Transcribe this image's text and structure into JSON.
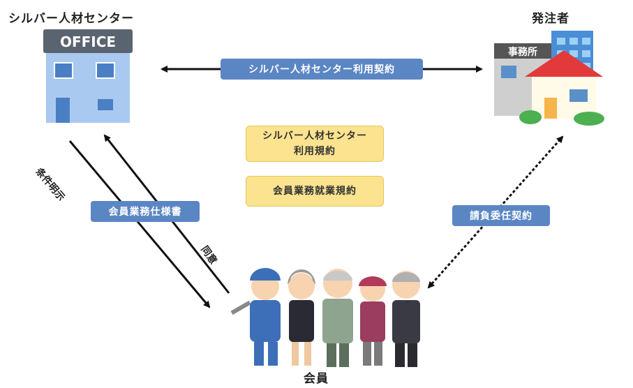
{
  "nodes": {
    "center": {
      "title": "シルバー人材センター",
      "sign": "OFFICE"
    },
    "client": {
      "title": "発注者",
      "sign": "事務所"
    },
    "members": {
      "title": "会員"
    }
  },
  "relations": {
    "usage_contract": "シルバー人材センター利用契約",
    "work_spec": "会員業務仕様書",
    "conditions": "条件明示",
    "consent": "同意",
    "subcontract": "請負委任契約"
  },
  "rules": {
    "usage_rules_line1": "シルバー人材センター",
    "usage_rules_line2": "利用規約",
    "work_rules": "会員業務就業規約"
  },
  "colors": {
    "badge": "#5b86c4",
    "rule_box": "#fbe38f",
    "arrow": "#111111"
  }
}
